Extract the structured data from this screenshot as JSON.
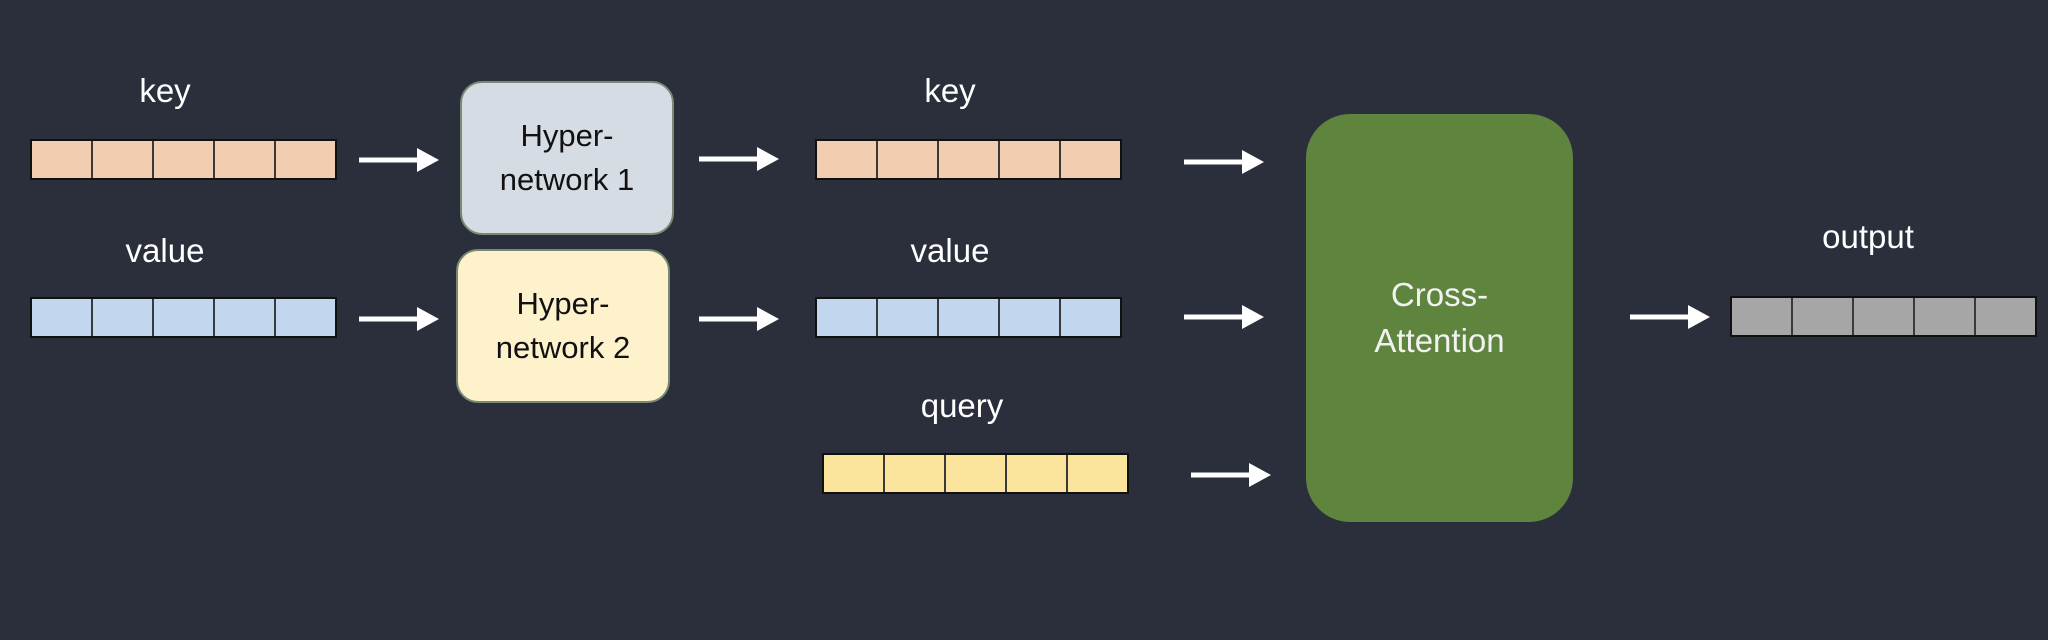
{
  "colors": {
    "background": "#2b2f3c",
    "key_vector": "#f2cdb1",
    "value_vector": "#c2d6ee",
    "query_vector": "#fbe49c",
    "output_vector": "#a6a6a6",
    "hypernetwork_1": "#d6dce4",
    "hypernetwork_2": "#fdf2cc",
    "cross_attention": "#5e843e",
    "arrow": "#ffffff"
  },
  "cells_per_vector": 5,
  "inputs": {
    "key_label": "key",
    "value_label": "value"
  },
  "hypernetworks": [
    {
      "line1": "Hyper-",
      "line2": "network 1"
    },
    {
      "line1": "Hyper-",
      "line2": "network 2"
    }
  ],
  "transformed": {
    "key_label": "key",
    "value_label": "value",
    "query_label": "query"
  },
  "cross_attention": {
    "line1": "Cross-",
    "line2": "Attention"
  },
  "output": {
    "label": "output"
  }
}
